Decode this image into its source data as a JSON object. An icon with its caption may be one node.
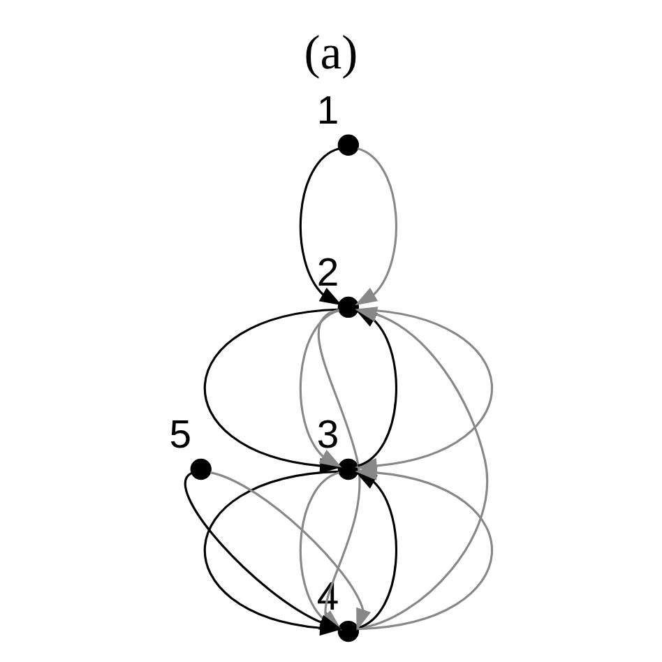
{
  "diagram": {
    "title": "(a)",
    "nodes": [
      {
        "text": [],
        "shape": "circle",
        "beside": [
          "2"
        ]
      },
      {
        "text": [],
        "shape": "circle",
        "beside": [
          "3"
        ]
      },
      {
        "text": [],
        "shape": "circle",
        "beside": [
          "1"
        ]
      },
      {
        "text": [],
        "shape": "circle",
        "beside": [
          "4"
        ]
      },
      {
        "text": [],
        "shape": "circle",
        "beside": [
          "5"
        ]
      }
    ],
    "edges": [
      {
        "from": 2,
        "to": 0,
        "arrow": "to",
        "color": "#000000"
      },
      {
        "from": 2,
        "to": 0,
        "arrow": "to"
      },
      {
        "from": 0,
        "to": 1,
        "arrow": "to",
        "color": "#000000"
      },
      {
        "from": 0,
        "to": 1,
        "arrow": "to"
      },
      {
        "from": 1,
        "to": 0,
        "arrow": "to",
        "color": "#000000"
      },
      {
        "from": 0,
        "to": 1,
        "arrow": "to"
      },
      {
        "from": 1,
        "to": 3,
        "arrow": "to",
        "color": "#000000"
      },
      {
        "from": 1,
        "to": 3,
        "arrow": "to"
      },
      {
        "from": 3,
        "to": 1,
        "arrow": "to",
        "color": "#000000"
      },
      {
        "from": 3,
        "to": 1,
        "arrow": "to"
      },
      {
        "from": 0,
        "to": 3,
        "arrow": "to"
      },
      {
        "from": 3,
        "to": 0,
        "arrow": "to"
      },
      {
        "from": 4,
        "to": 3,
        "arrow": "to",
        "color": "#000000"
      },
      {
        "from": 4,
        "to": 3,
        "arrow": "to"
      }
    ]
  }
}
